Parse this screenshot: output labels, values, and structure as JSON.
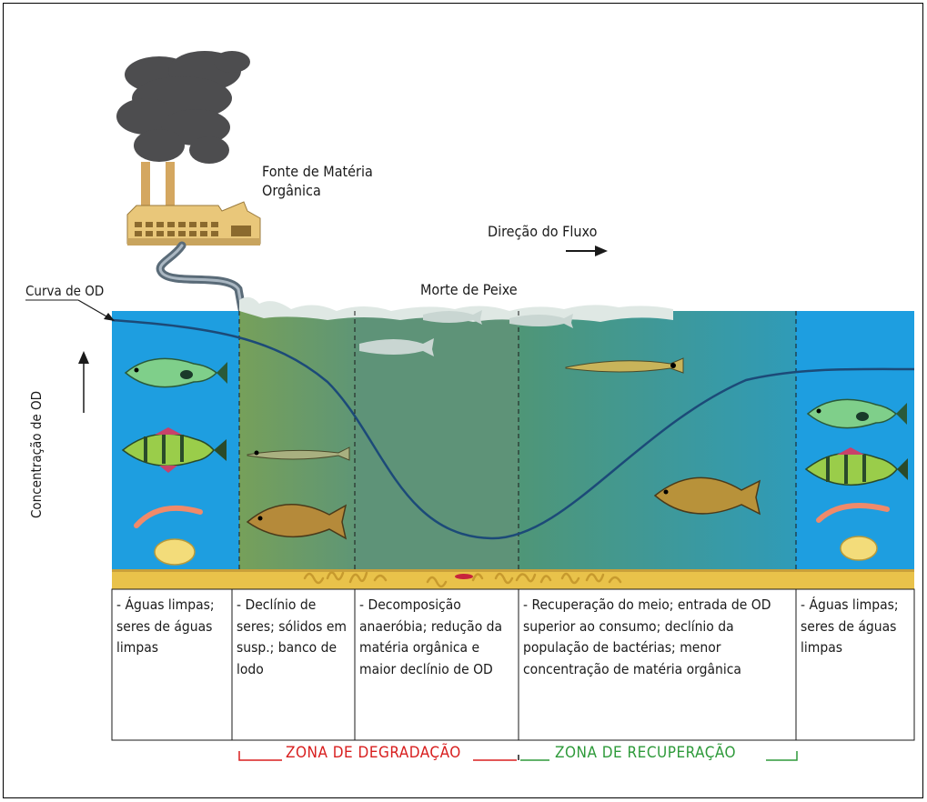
{
  "labels": {
    "source": "Fonte de Matéria Orgânica",
    "flow": "Direção do Fluxo",
    "fish_death": "Morte de Peixe",
    "od_curve": "Curva de OD",
    "od_axis": "Concentração de OD"
  },
  "zones": [
    {
      "text": "- Águas limpas; seres de águas limpas"
    },
    {
      "text": "- Declínio de seres; sólidos em susp.; banco de lodo"
    },
    {
      "text": "- Decomposição anaeróbia; redução da matéria orgânica e maior declínio de OD"
    },
    {
      "text": "- Recuperação do meio; entrada de OD superior ao consumo; declínio da população de bactérias; menor concentração de matéria orgânica"
    },
    {
      "text": "- Águas limpas; seres de águas limpas"
    }
  ],
  "zone_labels": {
    "degradation": "ZONA DE DEGRADAÇÃO",
    "recovery": "ZONA DE RECUPERAÇÃO"
  },
  "colors": {
    "clean_water": "#1e9ee0",
    "degraded_water": "#6f9c70",
    "recovery_water": "#4e9a84",
    "sediment": "#e9c24a",
    "degradation_text": "#d81e1e",
    "recovery_text": "#2e9a3a",
    "od_curve": "#1c4a78"
  }
}
